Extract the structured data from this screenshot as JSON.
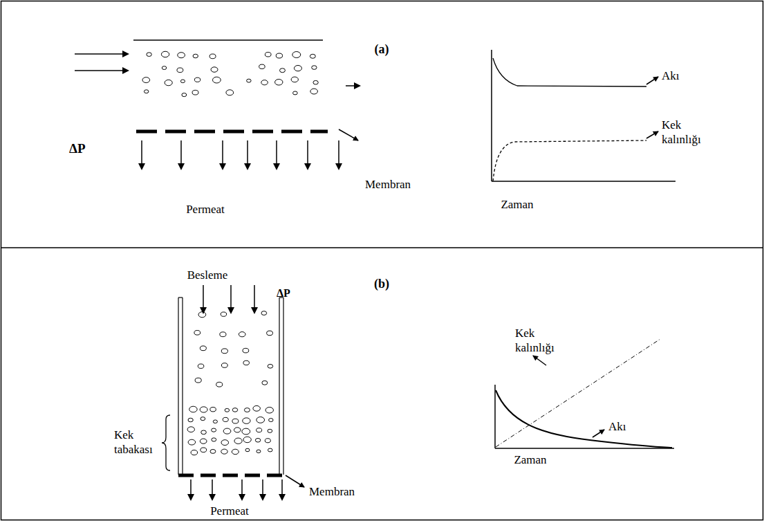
{
  "diagram": {
    "labels": [
      "(a)",
      "Akı",
      "Kek kalınlığı",
      "ΔP",
      "Membran",
      "Permeat",
      "Zaman",
      "(b)",
      "Besleme",
      "ΔP",
      "Kek kalınlığı",
      "Kek tabakası",
      "Akı",
      "Membran",
      "Permeat",
      "Zaman"
    ]
  }
}
